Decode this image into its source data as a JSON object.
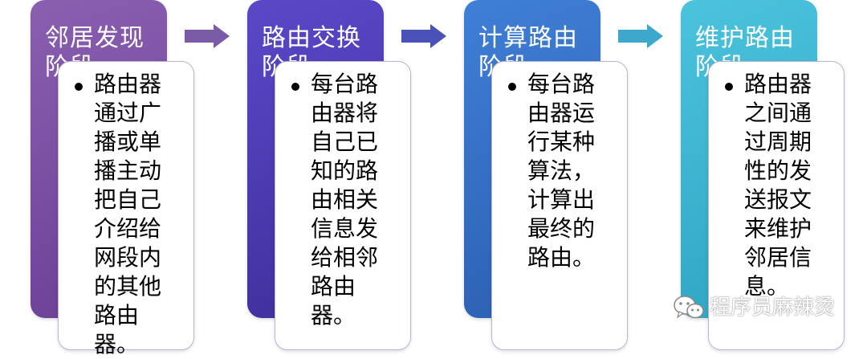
{
  "stages": [
    {
      "title": "邻居发现阶段",
      "description": "路由器通过广播或单播主动把自己介绍给网段内的其他路由器。"
    },
    {
      "title": "路由交换阶段",
      "description": "每台路由器将自己已知的路由相关信息发给相邻路由器。"
    },
    {
      "title": "计算路由阶段",
      "description": "每台路由器运行某种算法，计算出最终的路由。"
    },
    {
      "title": "维护路由阶段",
      "description": "路由器之间通过周期性的发送报文来维护邻居信息。"
    }
  ],
  "watermark": {
    "text": "程序员麻辣烫",
    "icon": "wechat-icon"
  },
  "colors": {
    "stage1": "#7b4fa6",
    "stage2": "#4b3bb5",
    "stage3": "#356fc6",
    "stage4": "#3ab3d0",
    "arrow1": "#7a5ba8",
    "arrow2": "#4a52b8",
    "arrow3": "#3ea8cc"
  }
}
